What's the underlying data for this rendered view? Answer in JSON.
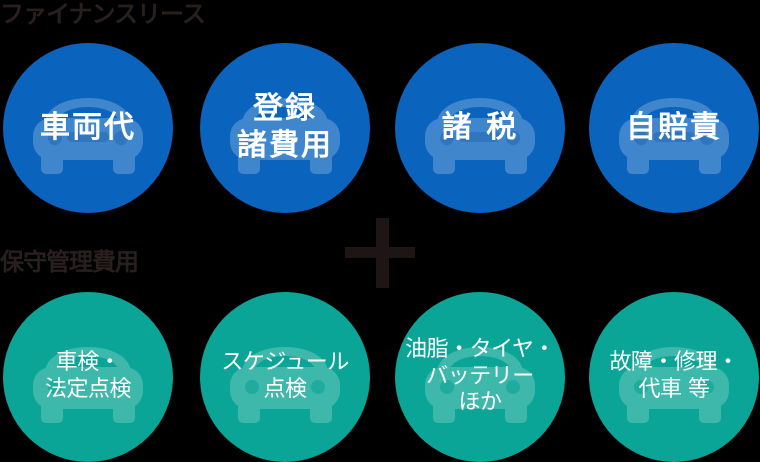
{
  "sections": {
    "finance_lease": {
      "label": "ファイナンスリース"
    },
    "maintenance": {
      "label": "保守管理費用"
    }
  },
  "operator": {
    "symbol": "plus",
    "icon": "plus-icon"
  },
  "colors": {
    "background": "#000000",
    "finance_circle": "#0a63bd",
    "maintenance_circle": "#0aa596",
    "circle_text": "#ffffff",
    "car_icon_on_blue": "#3f86cc",
    "car_icon_on_teal": "#3db8ab",
    "section_label": "#2a1f1f"
  },
  "finance_items": [
    {
      "lines": [
        "車両代"
      ],
      "icon": "car-icon"
    },
    {
      "lines": [
        "登録",
        "諸費用"
      ],
      "icon": "car-icon"
    },
    {
      "lines": [
        "諸 税"
      ],
      "icon": "car-icon"
    },
    {
      "lines": [
        "自賠責"
      ],
      "icon": "car-icon"
    }
  ],
  "maintenance_items": [
    {
      "lines": [
        "車検・",
        "法定点検"
      ],
      "icon": "car-icon"
    },
    {
      "lines": [
        "スケジュール",
        "点検"
      ],
      "icon": "car-icon"
    },
    {
      "lines": [
        "油脂・タイヤ・",
        "バッテリー",
        "ほか"
      ],
      "icon": "car-icon"
    },
    {
      "lines": [
        "故障・修理・",
        "代車 等"
      ],
      "icon": "car-icon"
    }
  ]
}
